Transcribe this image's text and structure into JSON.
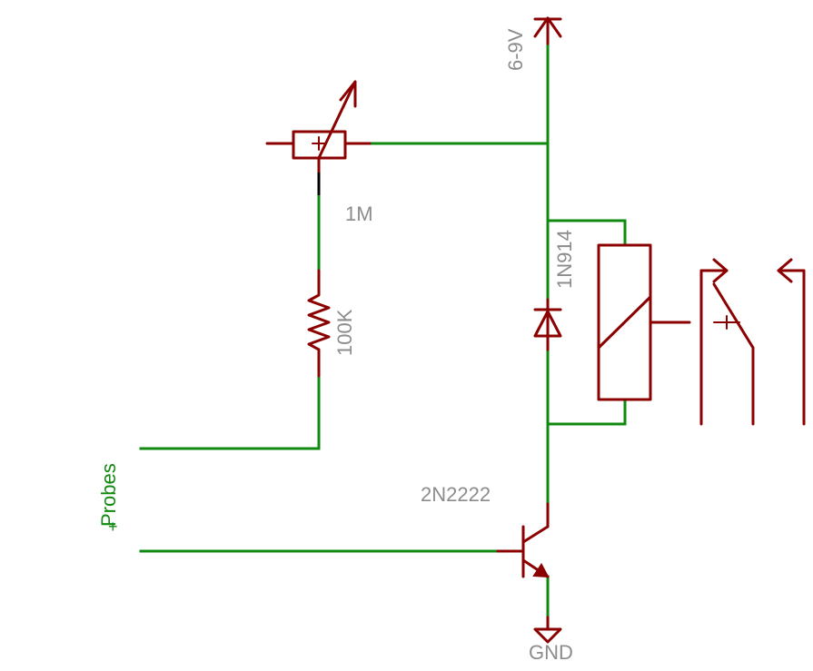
{
  "diagram": {
    "labels": {
      "supply": "6-9V",
      "potentiometer": "1M",
      "resistor": "100K",
      "diode": "1N914",
      "transistor": "2N2222",
      "ground": "GND",
      "probes": "Probes",
      "probe_plus": "+"
    },
    "colors": {
      "wire": "#0f8a0f",
      "component": "#8b0000",
      "label": "#8c8c8c",
      "background": "#ffffff"
    }
  }
}
